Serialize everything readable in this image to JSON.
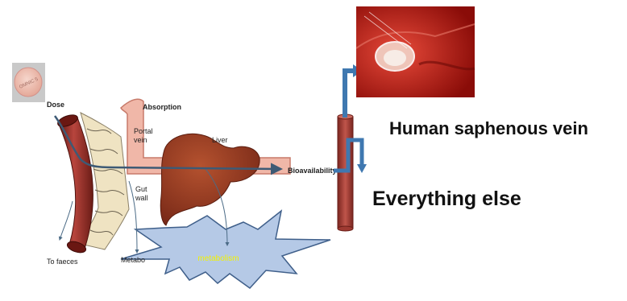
{
  "diagram": {
    "pill_text": "OMNIC 5",
    "labels": {
      "dose": "Dose",
      "absorption": "Absorption",
      "portal_vein": [
        "Portal",
        "vein"
      ],
      "liver": "Liver",
      "gut_wall": [
        "Gut",
        "wall"
      ],
      "bioavailability": "Bioavailability",
      "to_faeces": "To faeces",
      "metabolism_partial": "Metabo",
      "metabolism_burst": "metabolism"
    },
    "callouts": {
      "human_saphenous_vein": "Human saphenous vein",
      "everything_else": "Everything else"
    },
    "colors": {
      "intestine": "#8e2a24",
      "villi": "#efe3c2",
      "liver": "#9a3d24",
      "portal_vein": "#f0b7a8",
      "arrow": "#3d5a75",
      "burst_fill": "#b5c9e6",
      "burst_stroke": "#3f5f8a",
      "burst_text": "#f2f200",
      "vessel": "#b5473e",
      "connector": "#3f78b0",
      "tissue_photo": "#b81a14"
    }
  }
}
